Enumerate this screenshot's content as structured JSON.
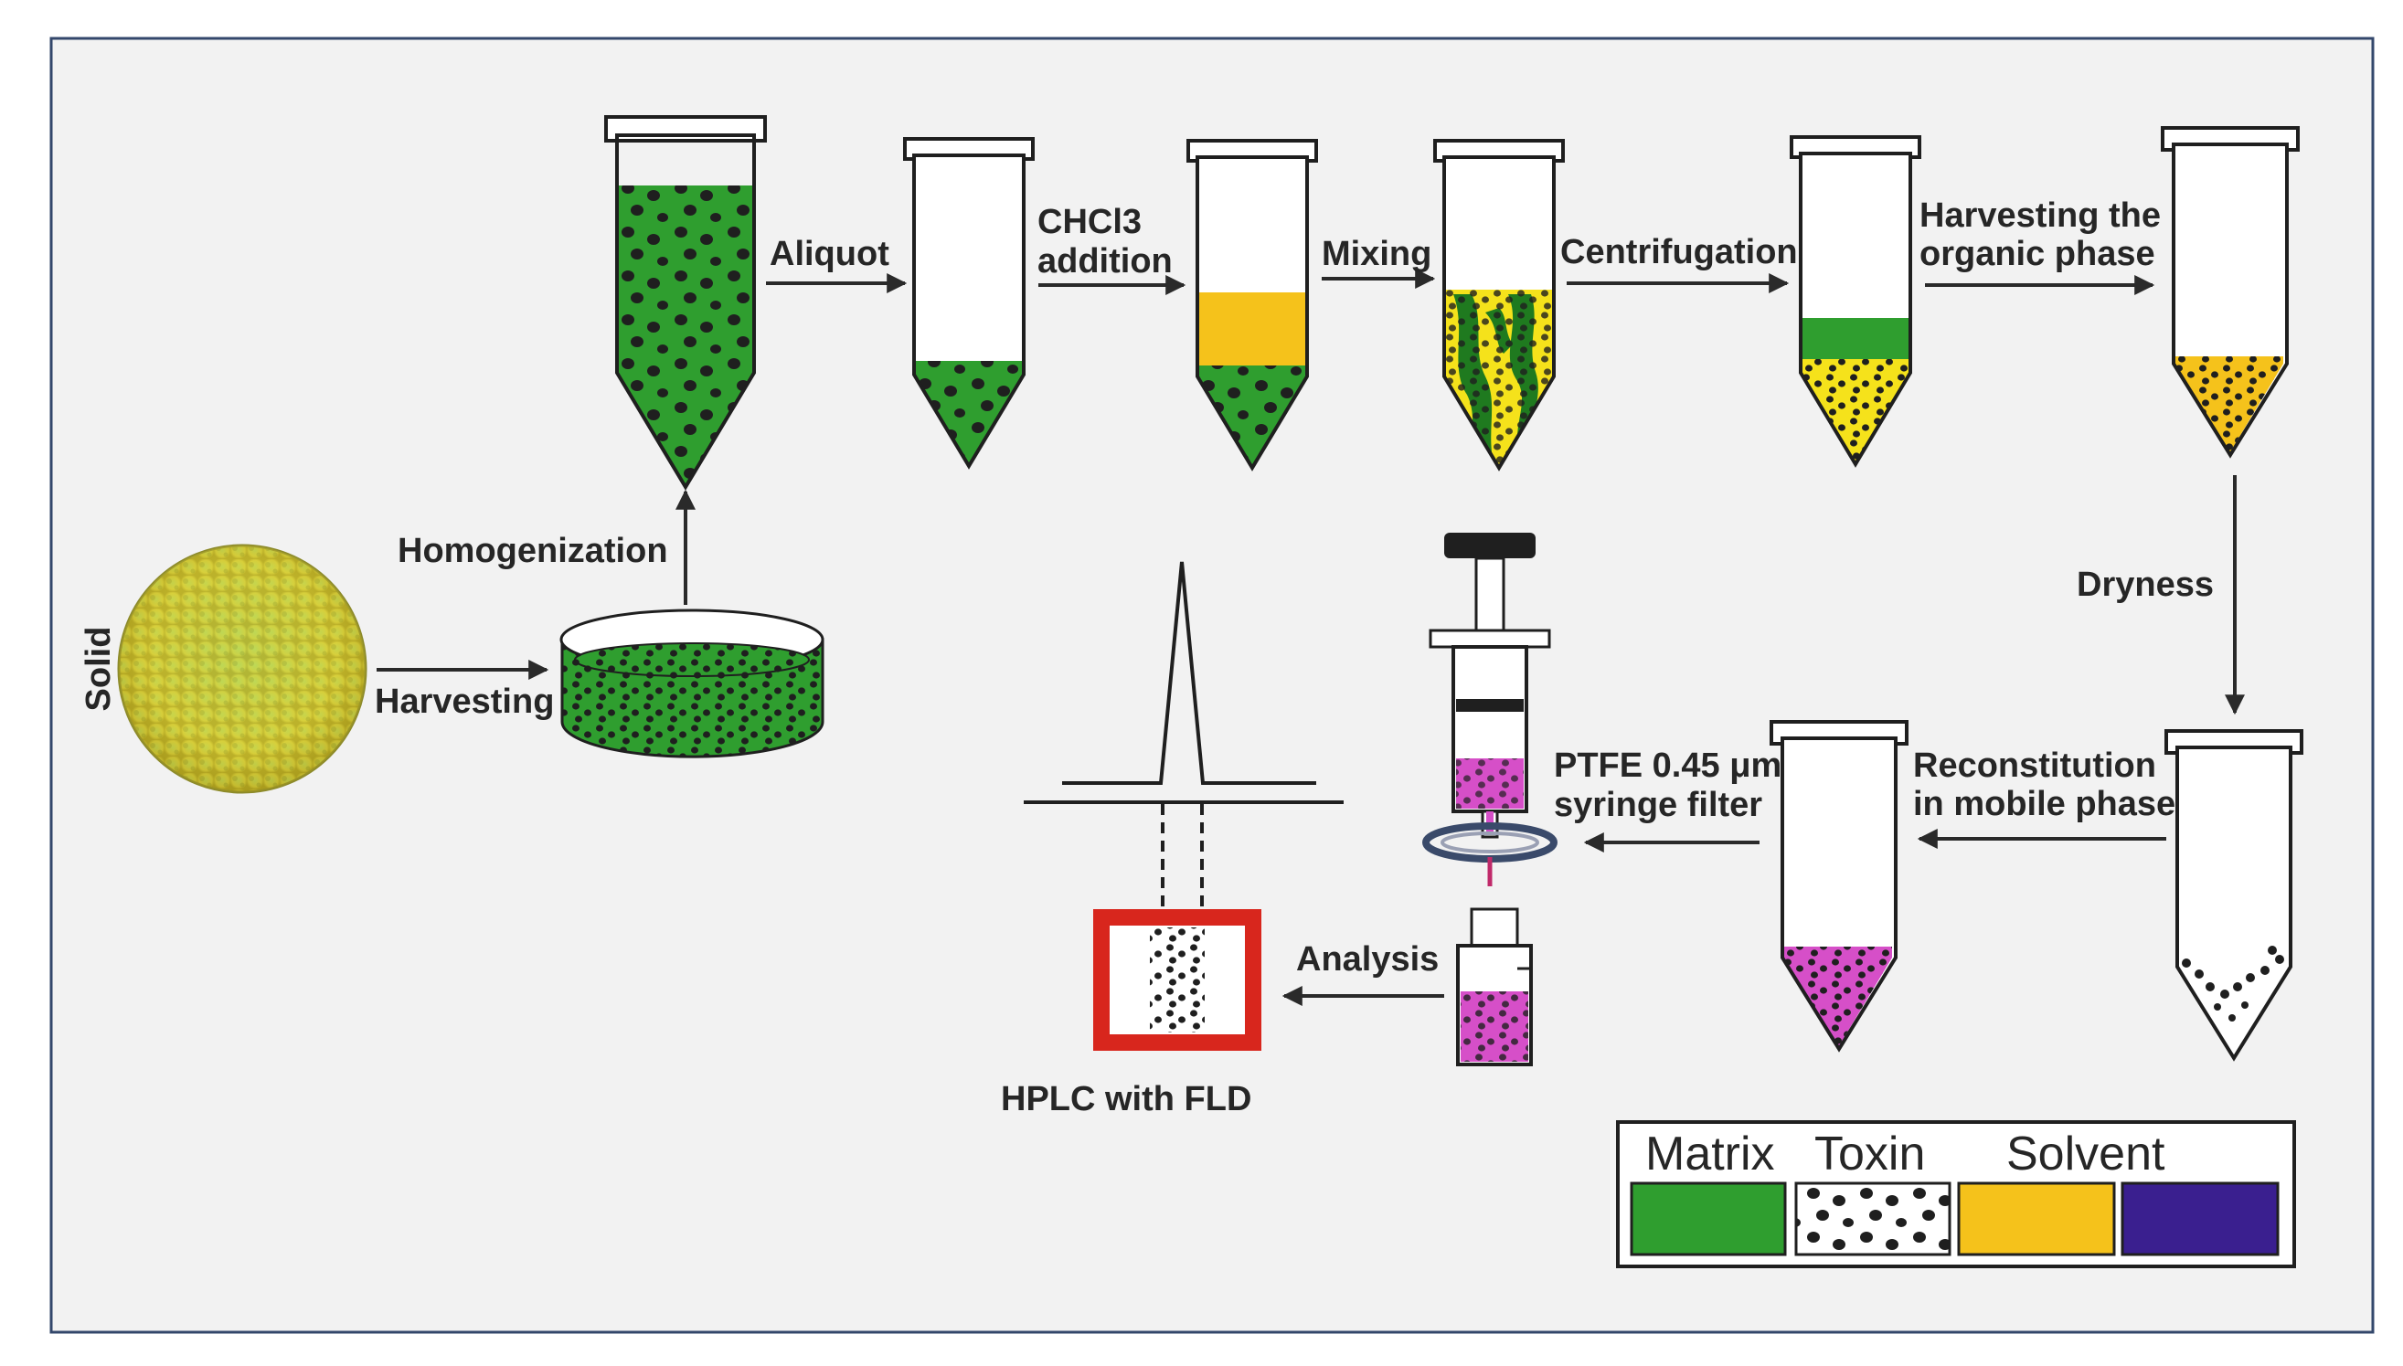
{
  "labels": {
    "solid": "Solid",
    "harvesting": "Harvesting",
    "homogenization": "Homogenization",
    "aliquot": "Aliquot",
    "chcl3_line1": "CHCl3",
    "chcl3_line2": "addition",
    "mixing": "Mixing",
    "centrifugation": "Centrifugation",
    "harvest_org_line1": "Harvesting the",
    "harvest_org_line2": "organic phase",
    "dryness": "Dryness",
    "recon_line1": "Reconstitution",
    "recon_line2": "in mobile phase",
    "ptfe_line1": "PTFE 0.45 μm",
    "ptfe_line2": "syringe filter",
    "analysis": "Analysis",
    "hplc": "HPLC with FLD"
  },
  "legend": {
    "matrix": "Matrix",
    "toxin": "Toxin",
    "solvent": "Solvent"
  },
  "colors": {
    "matrix_green": "#2f9e2f",
    "solvent_yellow": "#f5c21b",
    "solvent_purple": "#3a1f8f",
    "mobile_phase_magenta": "#d64fc8",
    "hplc_red": "#d8261d",
    "background": "#f2f2f2",
    "frame": "#33476b"
  }
}
